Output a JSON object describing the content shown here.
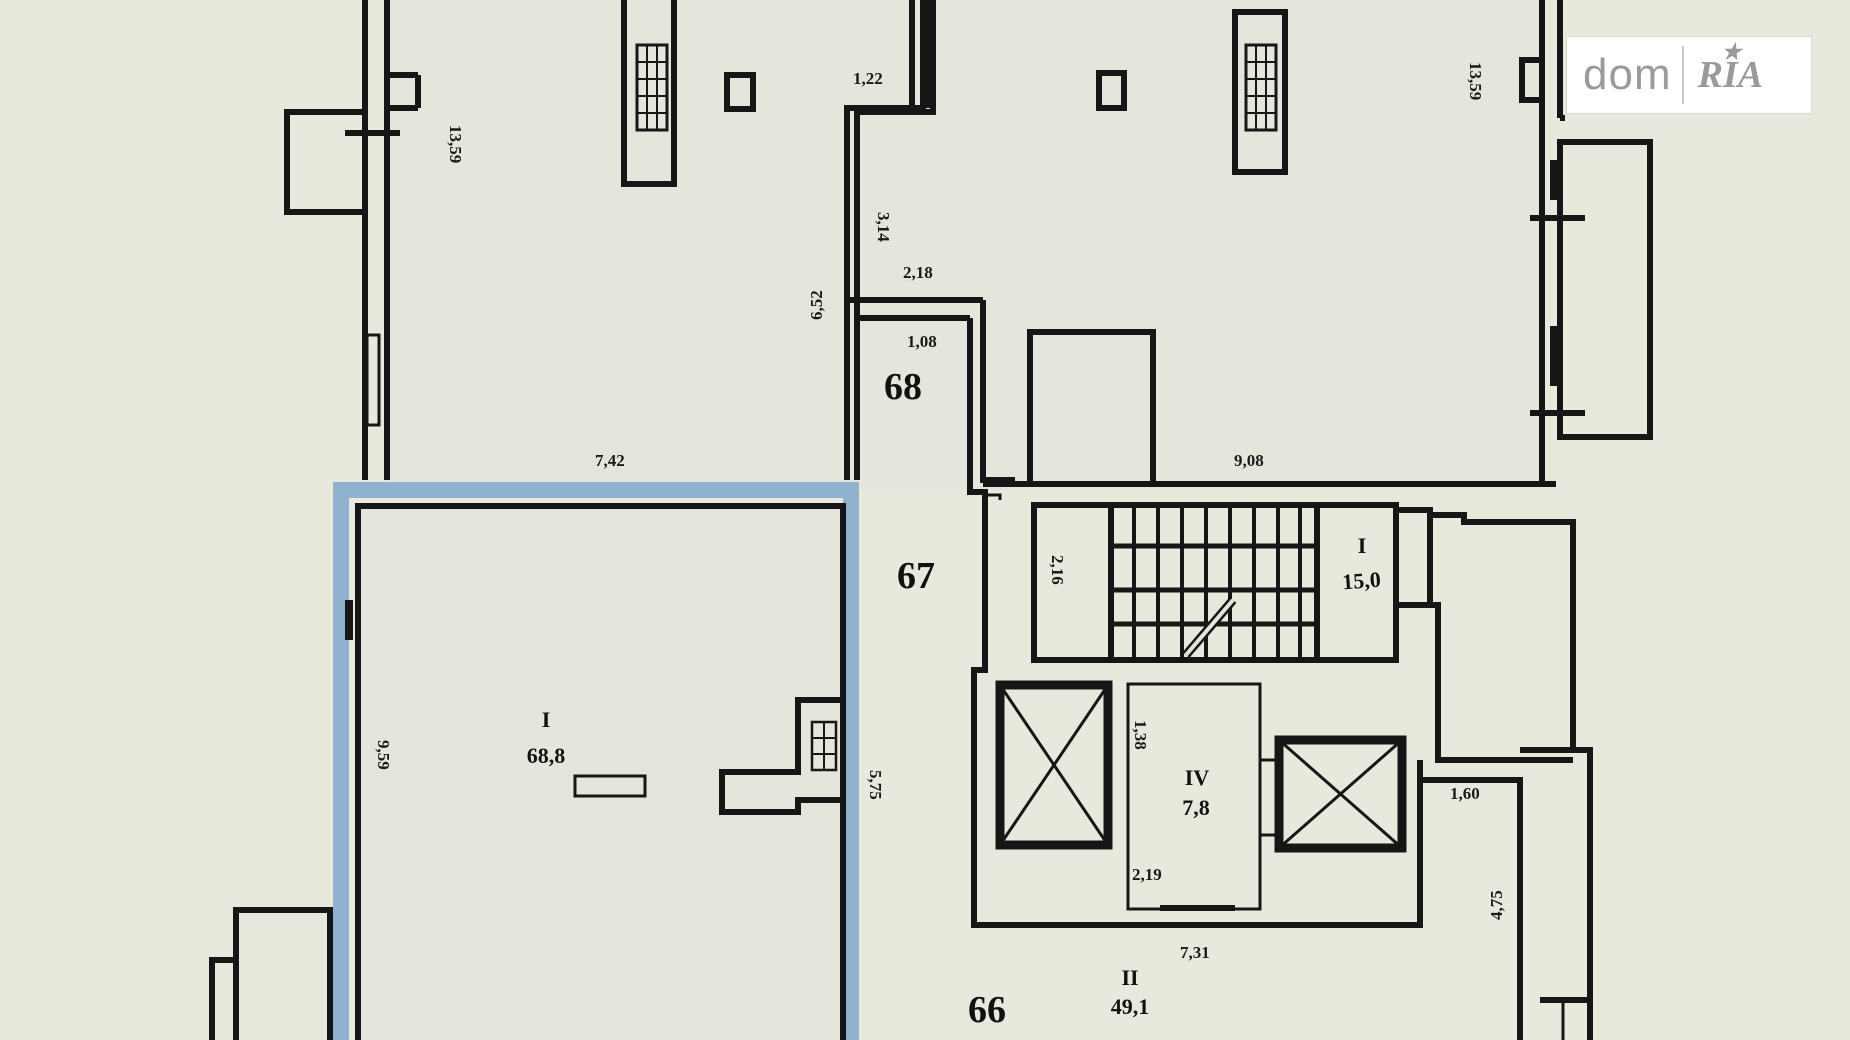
{
  "watermark": {
    "brand_left": "dom",
    "brand_right": "RIA",
    "star_glyph": "★"
  },
  "rooms": {
    "r68": "68",
    "r67": "67",
    "r66": "66",
    "office_num": "I",
    "office_area": "68,8",
    "stair_num": "I",
    "stair_area": "15,0",
    "elevator_num": "IV",
    "elevator_area": "7,8",
    "hall_num": "II",
    "hall_area": "49,1"
  },
  "dims": {
    "d_1_22": "1,22",
    "d_3_14": "3,14",
    "d_2_18": "2,18",
    "d_1_08": "1,08",
    "d_6_52": "6,52",
    "d_7_42": "7,42",
    "d_9_08": "9,08",
    "d_13_59_left": "13,59",
    "d_13_59_right": "13,59",
    "d_2_16": "2,16",
    "d_1_38": "1,38",
    "d_2_19": "2,19",
    "d_7_31": "7,31",
    "d_1_60": "1,60",
    "d_4_75": "4,75",
    "d_9_59": "9,59",
    "d_5_75": "5,75"
  },
  "colors": {
    "wall": "#161616",
    "highlight": "#8fb3cf",
    "background": "#e9e8dd"
  }
}
